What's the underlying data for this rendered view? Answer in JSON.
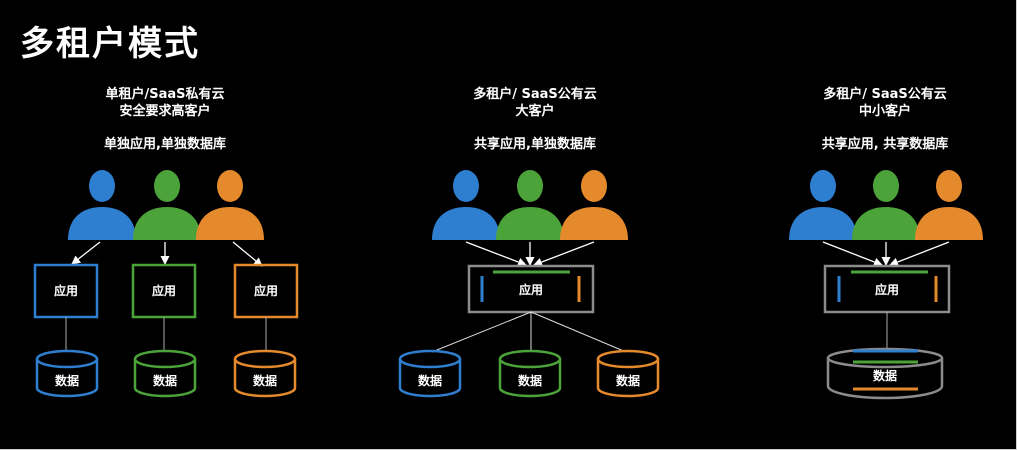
{
  "title": "多租户模式",
  "colors": {
    "blue": "#2f7fd0",
    "green": "#4ca33a",
    "orange": "#e58a2c",
    "gray": "#8c8c8c",
    "background": "#000000"
  },
  "icons": [
    "person-icon",
    "database-icon"
  ],
  "panels": [
    {
      "heading": "单租户/SaaS私有云",
      "subheading": "安全要求高客户",
      "description": "单独应用,单独数据库",
      "app_label": "应用",
      "db_label": "数据"
    },
    {
      "heading": "多租户/ SaaS公有云",
      "subheading": "大客户",
      "description": "共享应用,单独数据库",
      "app_label": "应用",
      "db_label": "数据"
    },
    {
      "heading": "多租户/ SaaS公有云",
      "subheading": "中小客户",
      "description": "共享应用, 共享数据库",
      "app_label": "应用",
      "db_label": "数据"
    }
  ]
}
